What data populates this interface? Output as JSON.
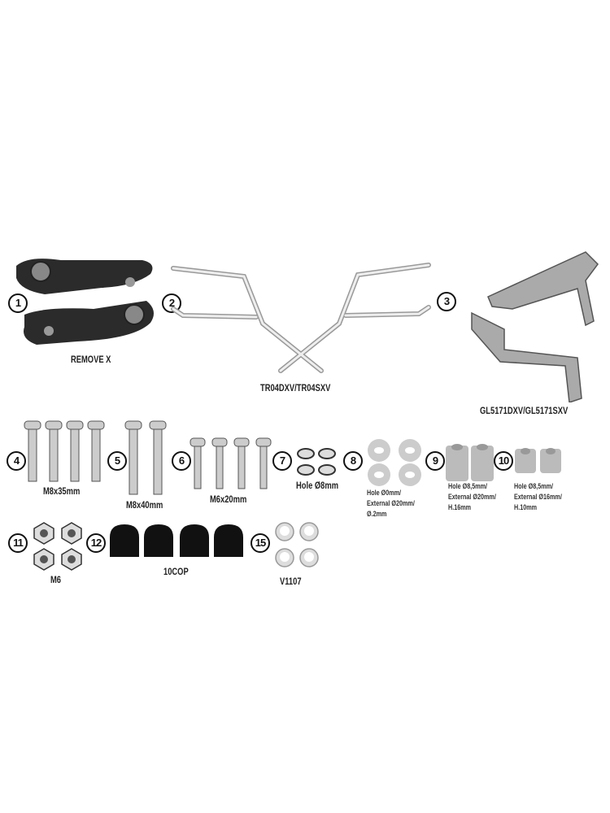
{
  "parts": [
    {
      "number": "1",
      "label": "REMOVE X"
    },
    {
      "number": "2",
      "label": "TR04DXV/TR04SXV"
    },
    {
      "number": "3",
      "label": "GL5171DXV/GL5171SXV"
    },
    {
      "number": "4",
      "label": "M8x35mm"
    },
    {
      "number": "5",
      "label": "M8x40mm"
    },
    {
      "number": "6",
      "label": "M6x20mm"
    },
    {
      "number": "7",
      "label": "Hole Ø8mm"
    },
    {
      "number": "8",
      "lines": [
        "Hole Ø0mm/",
        "External Ø20mm/",
        "Ø.2mm"
      ]
    },
    {
      "number": "9",
      "lines": [
        "Hole Ø8,5mm/",
        "External Ø20mm/",
        "H.16mm"
      ]
    },
    {
      "number": "10",
      "lines": [
        "Hole Ø8,5mm/",
        "External Ø16mm/",
        "H.10mm"
      ]
    },
    {
      "number": "11",
      "label": "M6"
    },
    {
      "number": "12",
      "label": "10COP"
    },
    {
      "number": "15",
      "label": "V1107"
    }
  ]
}
